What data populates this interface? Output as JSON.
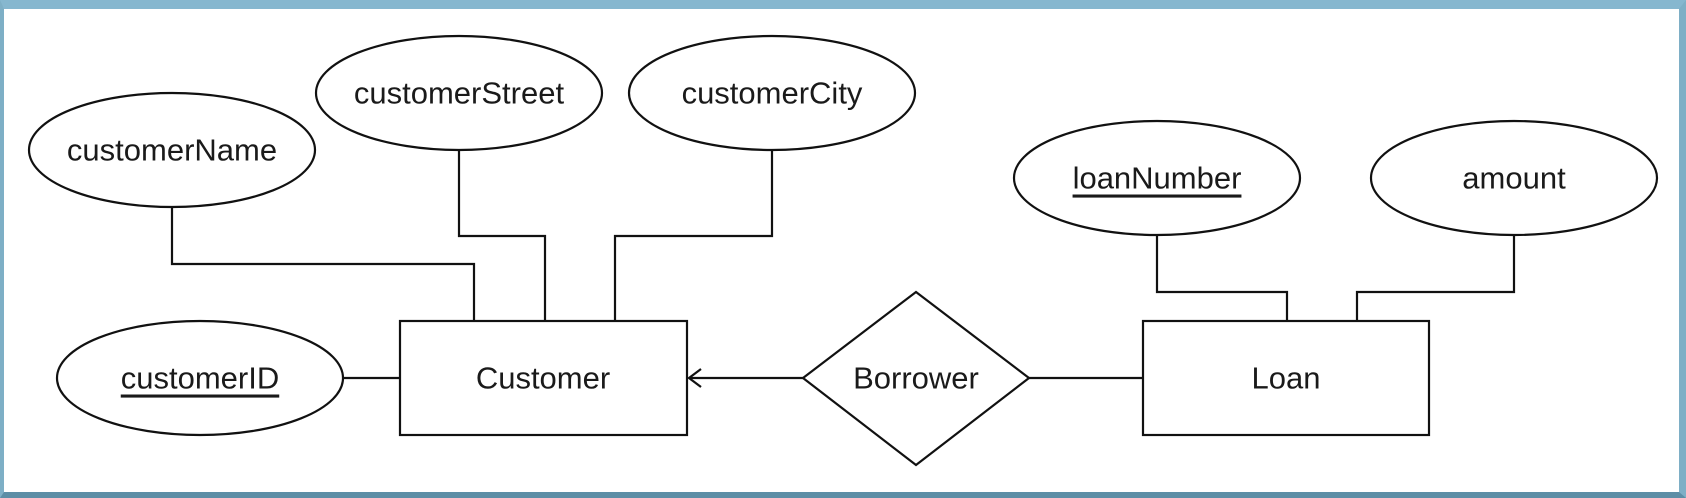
{
  "diagram": {
    "entities": {
      "customer": "Customer",
      "loan": "Loan"
    },
    "relationship": {
      "borrower": "Borrower"
    },
    "attributes": {
      "customer_name": "customerName",
      "customer_street": "customerStreet",
      "customer_city": "customerCity",
      "customer_id": "customerID",
      "loan_number": "loanNumber",
      "amount": "amount"
    }
  }
}
